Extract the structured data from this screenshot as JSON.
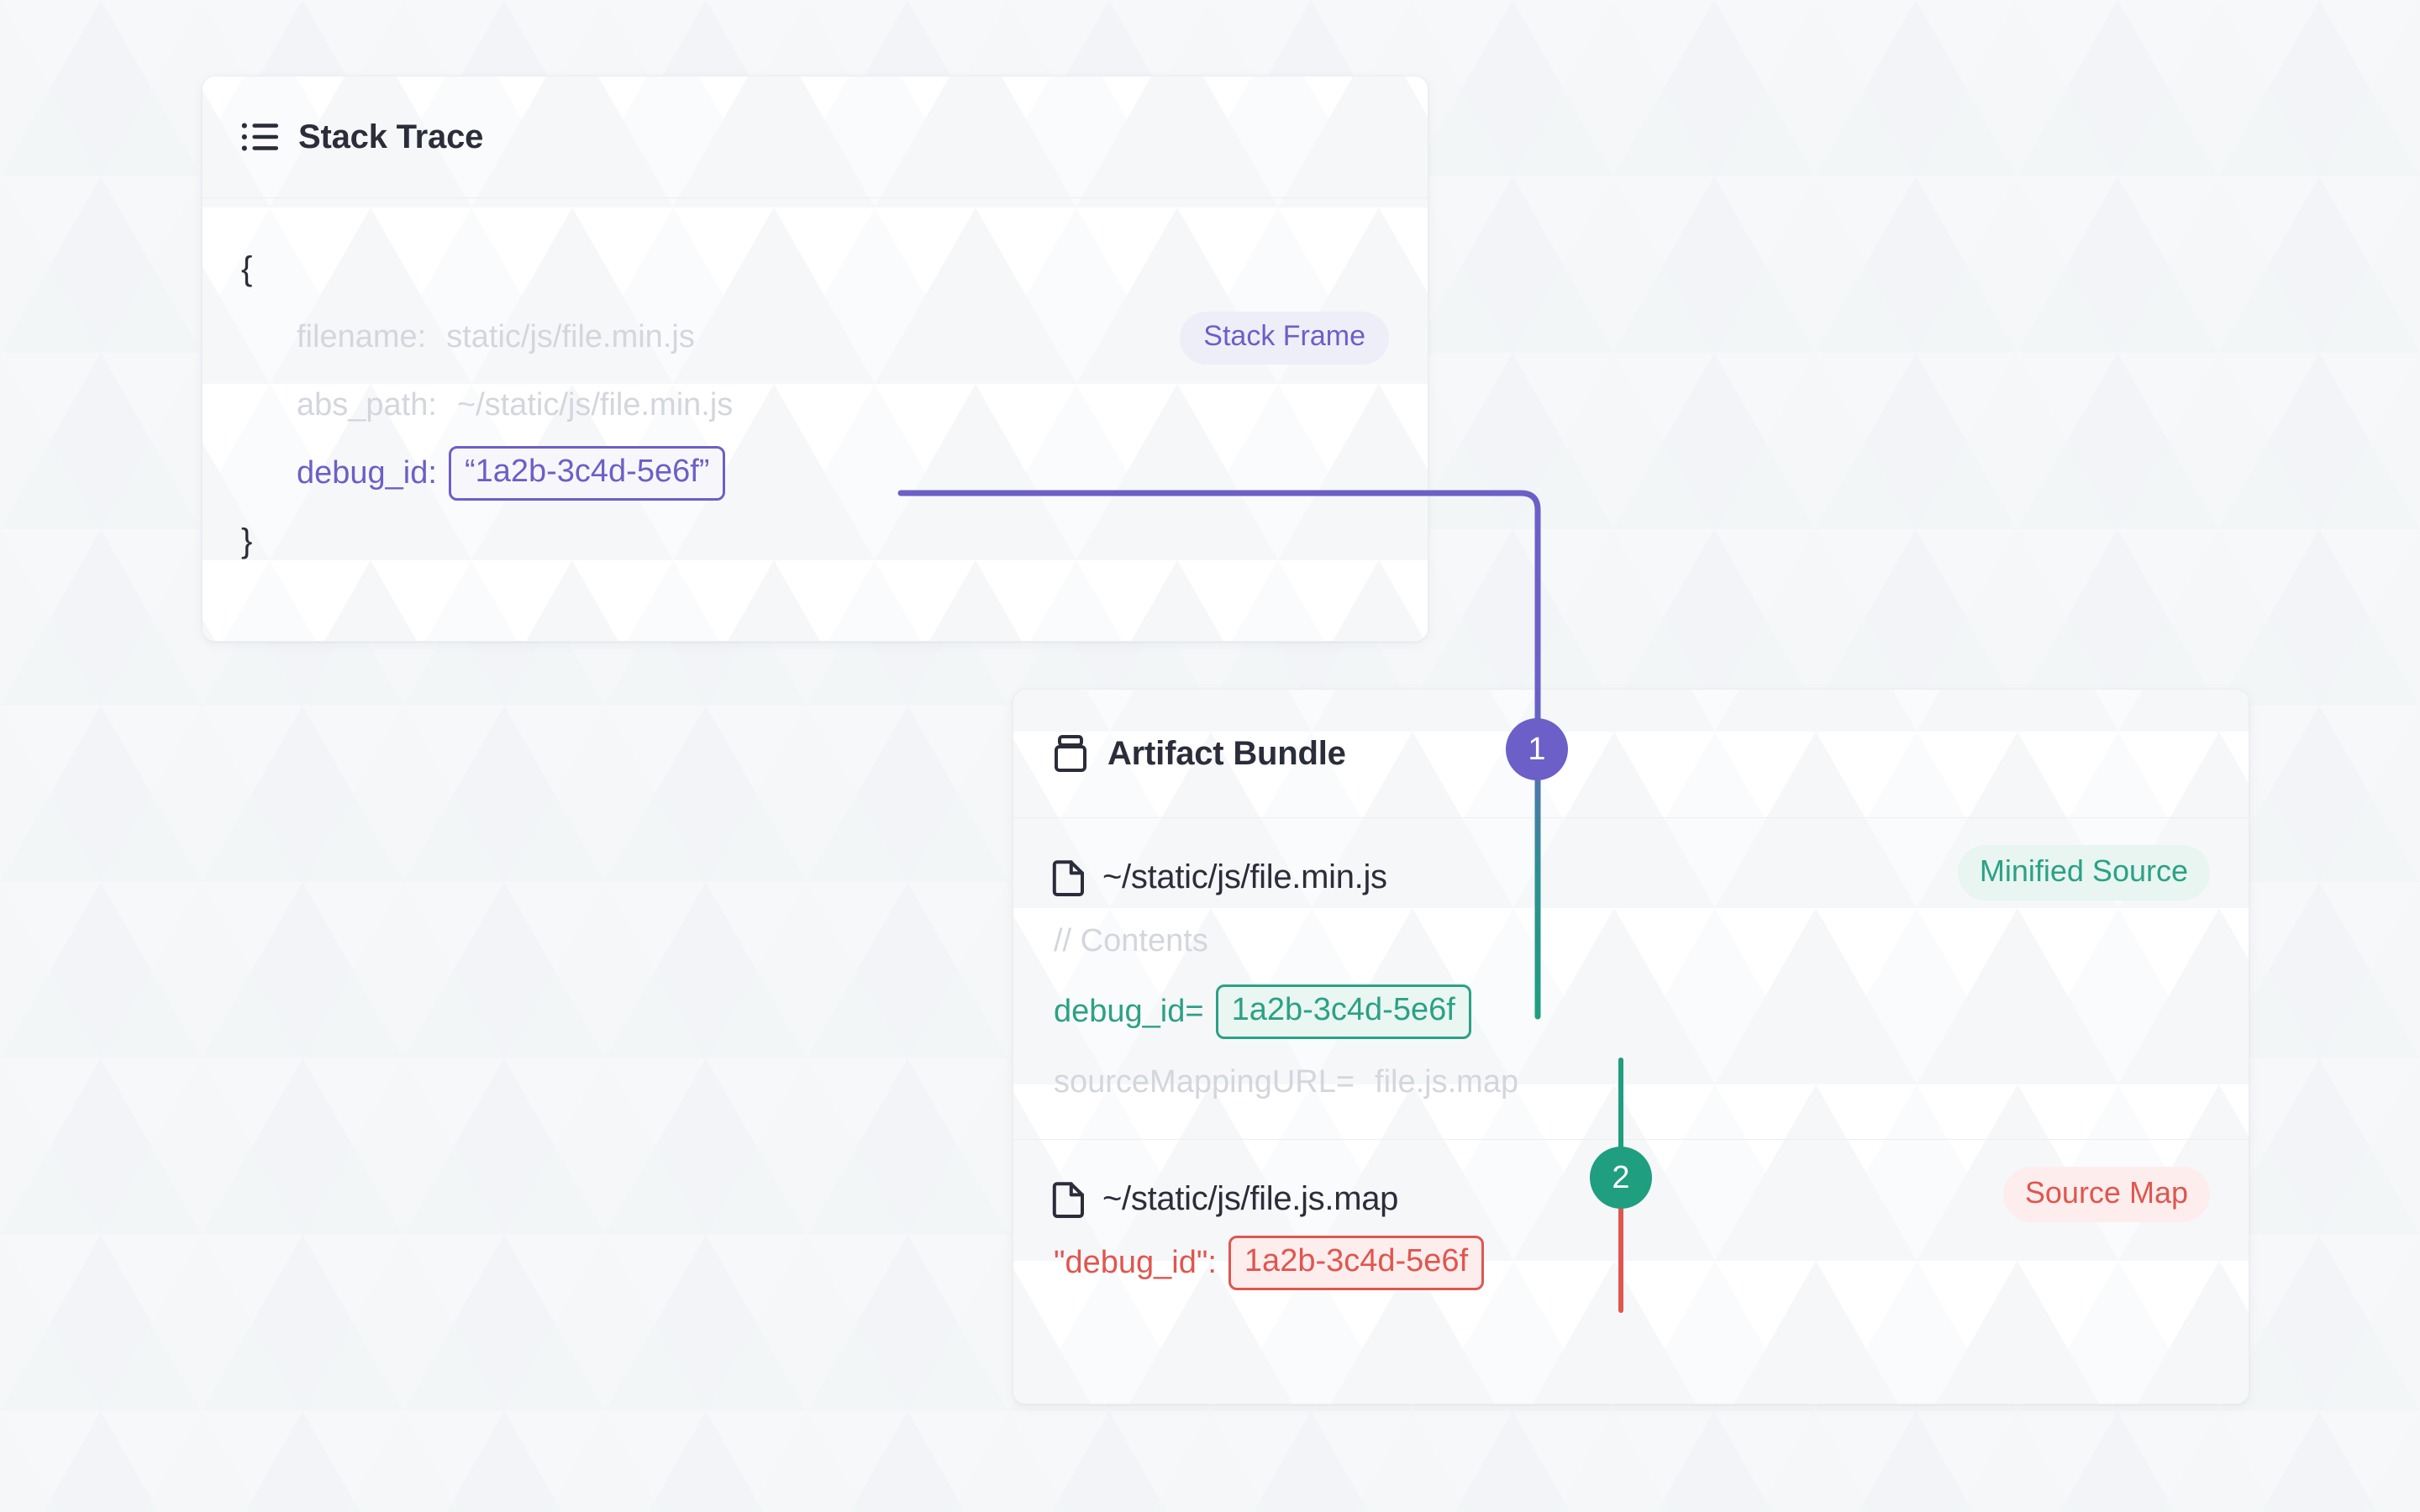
{
  "background": {
    "color": "#f7f8fa",
    "watermark": "triangle-pattern"
  },
  "colors": {
    "purple": "#6c5fc7",
    "teal": "#2ba185",
    "teal_dark": "#1f9e80",
    "red": "#e0564f",
    "text": "#2b2d3a",
    "muted": "#d3d6dc",
    "card_border": "#eceef1"
  },
  "stack_trace_card": {
    "icon": "list-icon",
    "title": "Stack Trace",
    "badge": "Stack Frame",
    "open_brace": "{",
    "close_brace": "}",
    "fields": [
      {
        "key": "filename:",
        "value": "static/js/file.min.js"
      },
      {
        "key": "abs_path:",
        "value": "~/static/js/file.min.js"
      }
    ],
    "debug_id": {
      "key": "debug_id:",
      "value": "“1a2b-3c4d-5e6f”"
    }
  },
  "artifact_bundle_card": {
    "icon": "package-icon",
    "title": "Artifact Bundle",
    "rows": [
      {
        "file_icon": "file-icon",
        "file_name": "~/static/js/file.min.js",
        "badge": "Minified Source",
        "badge_style": "teal",
        "lines": [
          {
            "type": "comment",
            "text": "// Contents"
          },
          {
            "type": "kv-highlight",
            "key": "debug_id=",
            "value": "1a2b-3c4d-5e6f",
            "style": "teal"
          },
          {
            "type": "kv-muted",
            "key": "sourceMappingURL=",
            "value": "file.js.map"
          }
        ]
      },
      {
        "file_icon": "file-icon",
        "file_name": "~/static/js/file.js.map",
        "badge": "Source Map",
        "badge_style": "red",
        "lines": [
          {
            "type": "kv-highlight",
            "key": "\"debug_id\":",
            "value": "1a2b-3c4d-5e6f",
            "style": "red"
          }
        ]
      }
    ]
  },
  "connectors": [
    {
      "id": "1",
      "label": "1",
      "color": "#6c5fc7",
      "from": "stack-trace-debug-id",
      "to": "minified-source-debug-id"
    },
    {
      "id": "2",
      "label": "2",
      "color": "#1f9e80",
      "from": "minified-source-debug-id",
      "to": "source-map-debug-id"
    }
  ]
}
